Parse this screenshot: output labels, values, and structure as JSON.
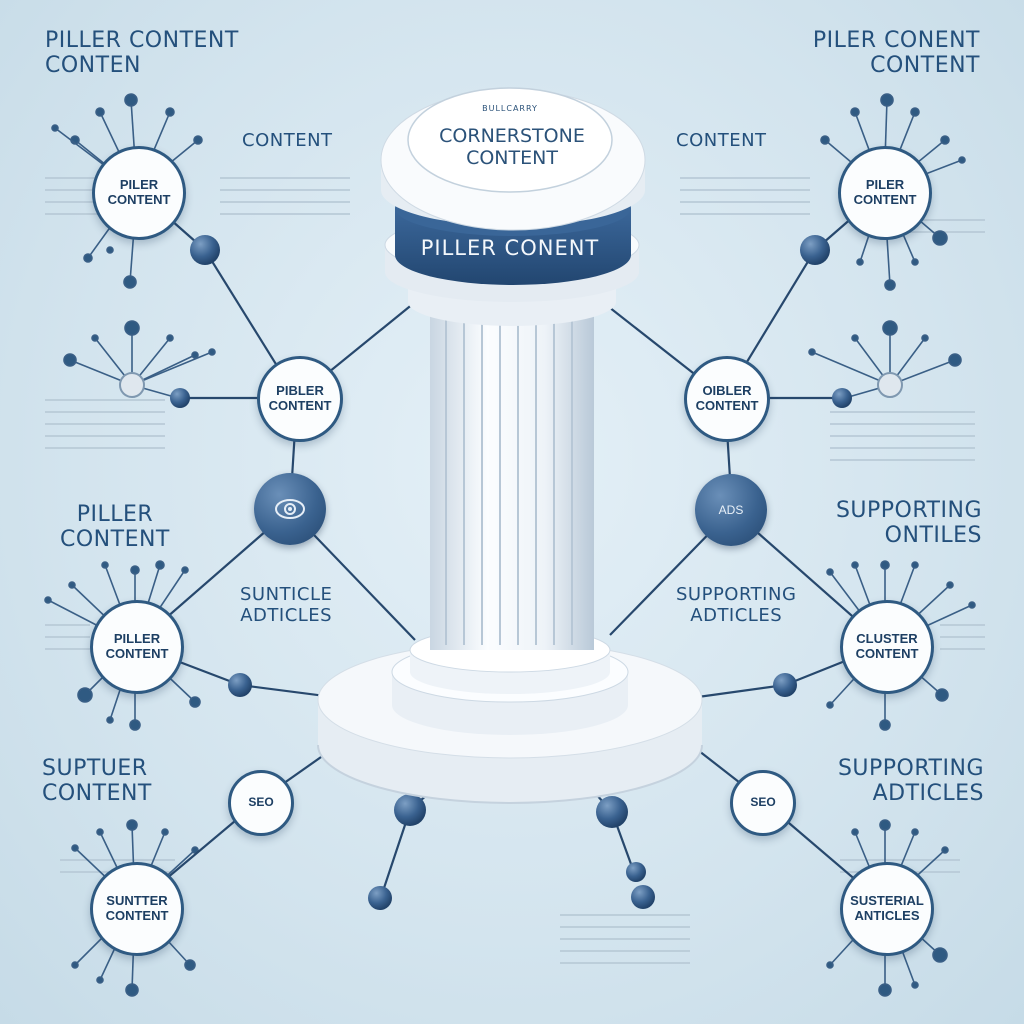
{
  "center": {
    "cap_small": "BULLCARRY",
    "cap_title": "CORNERSTONE\nCONTENT",
    "band_label": "PILLER CONENT"
  },
  "headers": {
    "top_left": "PILLER CONTENT\nCONTEN",
    "top_right": "PILER CONENT\nCONTENT",
    "mid_left": "PILLER\nCONTENT",
    "mid_right": "SUPPORTING\nONTILES",
    "low_left": "SUPTUER\nCONTENT",
    "low_right": "SUPPORTING\nADTICLES"
  },
  "small_labels": {
    "content_left": "CONTENT",
    "content_right": "CONTENT",
    "sunticle": "SUNTICLE\nADTICLES",
    "supporting_mid": "SUPPORTING\nADTICLES"
  },
  "nodes": {
    "tl": "PILER\nCONTENT",
    "tr": "PILER\nCONTENT",
    "ml": "PIBLER\nCONTENT",
    "mr": "OIBLER\nCONTENT",
    "ll": "PILLER\nCONTENT",
    "lr": "CLUSTER\nCONTENT",
    "bl": "SUNTTER\nCONTENT",
    "br": "SUSTERIAL\nANTICLES",
    "seo_left": "SEO",
    "seo_right": "SEO",
    "ads": "ADS"
  },
  "colors": {
    "accent": "#2f5a82",
    "band": "#2c5480",
    "background": "#d3e4ee"
  }
}
